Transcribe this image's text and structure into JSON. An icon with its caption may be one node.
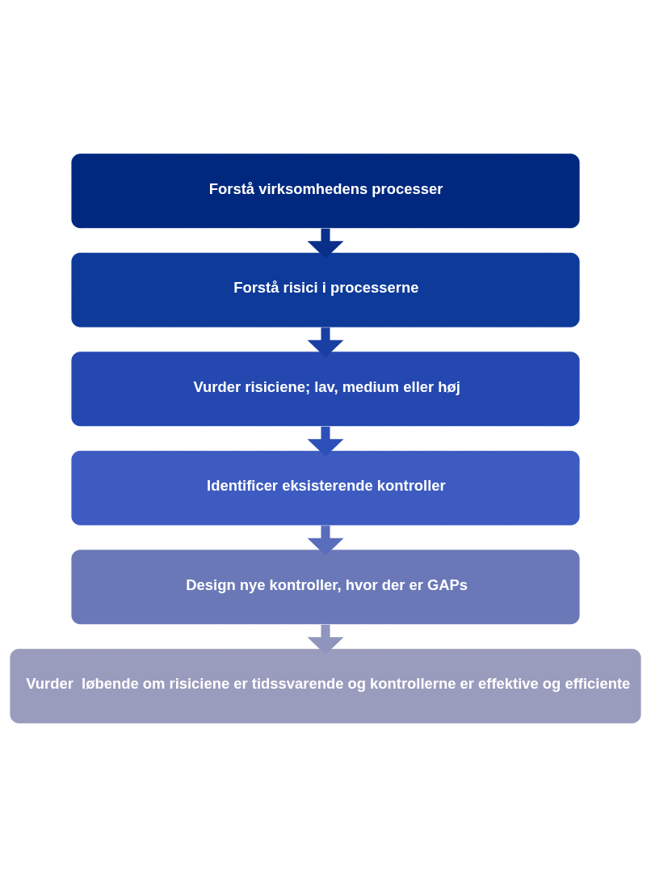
{
  "diagram": {
    "nodes": [
      {
        "text": [
          "Forstå virksomhedens processer"
        ]
      },
      {
        "text": [
          "Forstå risici i processerne"
        ]
      },
      {
        "text": [
          "Vurder risiciene; lav, medium eller høj"
        ]
      },
      {
        "text": [
          "Identificer eksisterende kontroller"
        ]
      },
      {
        "text": [
          "Design nye kontroller, hvor der er GAPs"
        ]
      },
      {
        "text": [
          "Vurder  løbende om risiciene er tidssvarende og kontrollerne er effektive og efficiente"
        ]
      }
    ],
    "edges": [
      {
        "from": 0,
        "to": 1,
        "arrow": "to",
        "color": "#0a2f8a"
      },
      {
        "from": 1,
        "to": 2,
        "arrow": "to",
        "color": "#1a3fa3"
      },
      {
        "from": 2,
        "to": 3,
        "arrow": "to",
        "color": "#2d50b8"
      },
      {
        "from": 3,
        "to": 4,
        "arrow": "to",
        "color": "#5a6cbc"
      },
      {
        "from": 4,
        "to": 5,
        "arrow": "to",
        "color": "#9095be"
      }
    ]
  }
}
